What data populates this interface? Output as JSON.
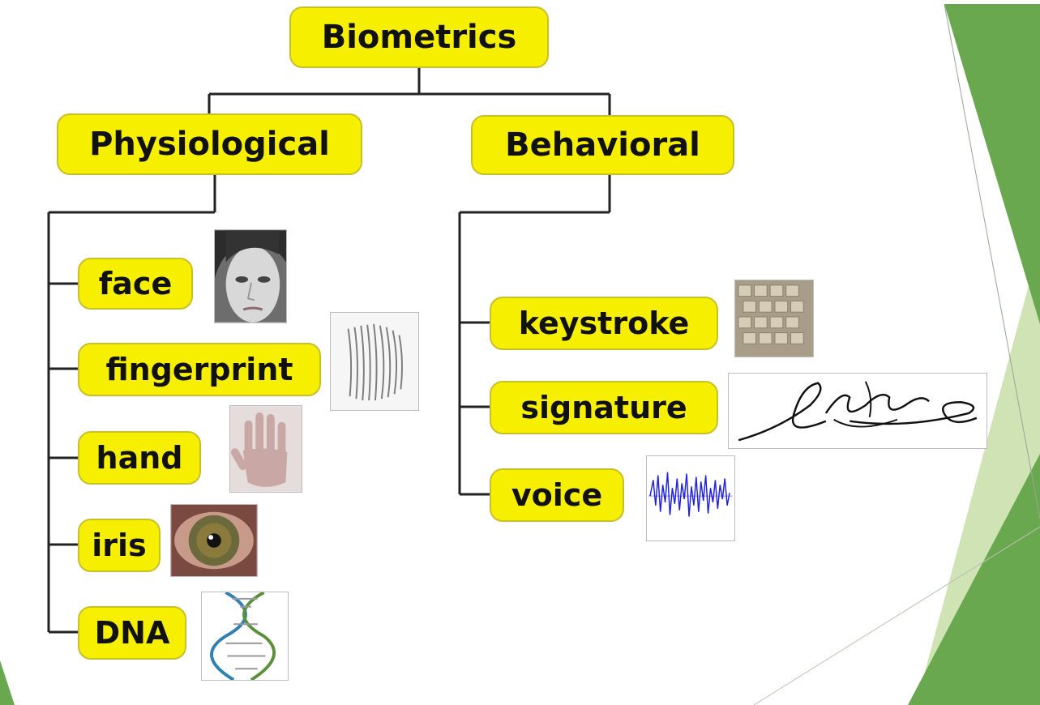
{
  "tree": {
    "root": "Biometrics",
    "left": {
      "title": "Physiological",
      "items": [
        "face",
        "fingerprint",
        "hand",
        "iris",
        "DNA"
      ]
    },
    "right": {
      "title": "Behavioral",
      "items": [
        "keystroke",
        "signature",
        "voice"
      ]
    }
  },
  "images": {
    "face": "face-photo",
    "fingerprint": "fingerprint-image",
    "hand": "hand-photo",
    "iris": "iris-photo",
    "DNA": "dna-helix-image",
    "keystroke": "keyboard-photo",
    "signature": "handwritten-signature",
    "voice": "voice-waveform"
  },
  "colors": {
    "node_fill": "#f7ef00",
    "node_border": "#c9bf2a",
    "connector": "#222222",
    "accent_green": "#6aa84f",
    "accent_light_green": "#cfe3b4"
  }
}
